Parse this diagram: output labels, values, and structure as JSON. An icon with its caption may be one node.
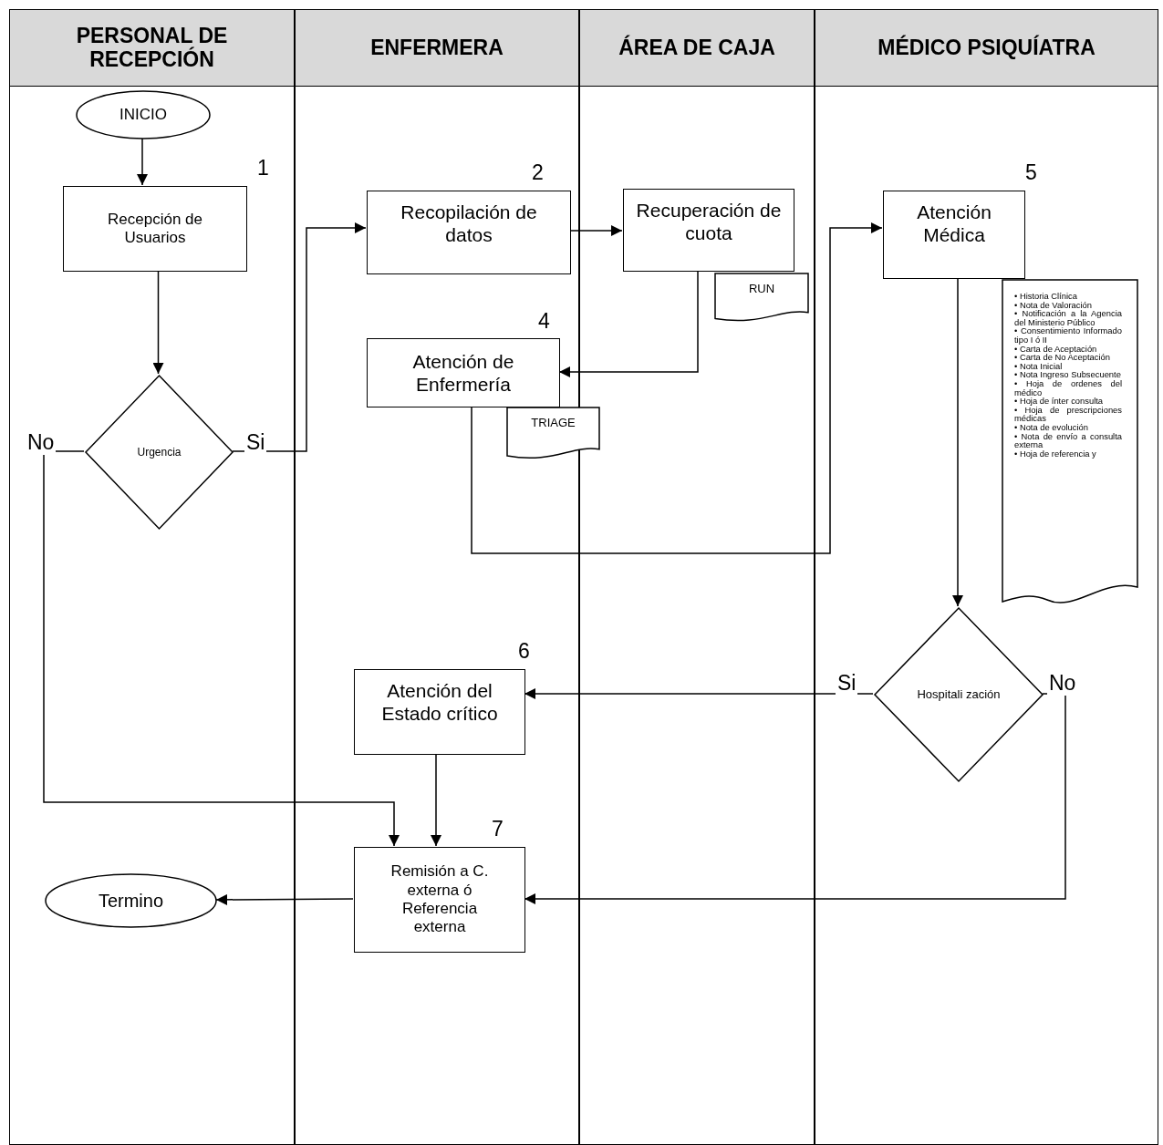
{
  "diagram": {
    "nodes": [
      {
        "text": [
          "PERSONAL DE RECEPCIÓN"
        ]
      },
      {
        "text": [
          "ENFERMERA"
        ]
      },
      {
        "text": [
          "ÁREA DE CAJA"
        ]
      },
      {
        "text": [
          "MÉDICO PSIQUÍATRA"
        ]
      },
      {
        "text": [
          "INICIO"
        ],
        "in": 0
      },
      {
        "text": [
          "Recepción de Usuarios"
        ],
        "beside": [
          "1"
        ],
        "in": 0
      },
      {
        "text": [
          "Urgencia"
        ],
        "in": 0
      },
      {
        "text": [
          "Recopilación de datos"
        ],
        "beside": [
          "2"
        ],
        "in": 1
      },
      {
        "text": [
          "Recuperación de cuota"
        ],
        "in": 2
      },
      {
        "text": [
          "RUN"
        ],
        "in": 2
      },
      {
        "text": [
          "Atención de Enfermería"
        ],
        "beside": [
          "4"
        ],
        "in": 1
      },
      {
        "text": [
          "TRIAGE"
        ]
      },
      {
        "text": [
          "Atención Médica"
        ],
        "beside": [
          "5"
        ],
        "in": 3
      },
      {
        "text": [
          "• Historia Clínica",
          "• Nota de Valoración",
          "• Notificación a la Agencia del Ministerio Público",
          "• Consentimiento Informado tipo I ó II",
          "• Carta de Aceptación",
          "• Carta de No Aceptación",
          "• Nota Inicial",
          "• Nota Ingreso Subsecuente",
          "• Hoja de ordenes del médico",
          "• Hoja de ínter consulta",
          "• Hoja de prescripciones médicas",
          "• Nota de evolución",
          "• Nota de envío a consulta externa",
          "• Hoja de referencia y"
        ],
        "in": 3
      },
      {
        "text": [
          "Hospitali zación"
        ],
        "in": 3
      },
      {
        "text": [
          "Atención del Estado crítico"
        ],
        "beside": [
          "6"
        ],
        "in": 1
      },
      {
        "text": [
          "Remisión a C. externa ó Referencia externa"
        ],
        "beside": [
          "7"
        ],
        "in": 1
      },
      {
        "text": [
          "Termino"
        ],
        "in": 0
      }
    ],
    "edges": [
      {
        "from": 4,
        "to": 5,
        "arrow": "to"
      },
      {
        "from": 5,
        "to": 6,
        "arrow": "to"
      },
      {
        "from": 6,
        "to": 7,
        "arrow": "to",
        "label": "Si"
      },
      {
        "from": 7,
        "to": 8,
        "arrow": "to"
      },
      {
        "from": 8,
        "to": 10,
        "arrow": "to"
      },
      {
        "from": 10,
        "to": 12,
        "arrow": "to"
      },
      {
        "from": 12,
        "to": 14,
        "arrow": "to"
      },
      {
        "from": 14,
        "to": 15,
        "arrow": "to",
        "label": "Si"
      },
      {
        "from": 15,
        "to": 16,
        "arrow": "to"
      },
      {
        "from": 6,
        "to": 16,
        "arrow": "to",
        "label": "No"
      },
      {
        "from": 14,
        "to": 16,
        "arrow": "to",
        "label": "No"
      },
      {
        "from": 16,
        "to": 17,
        "arrow": "to"
      }
    ]
  }
}
